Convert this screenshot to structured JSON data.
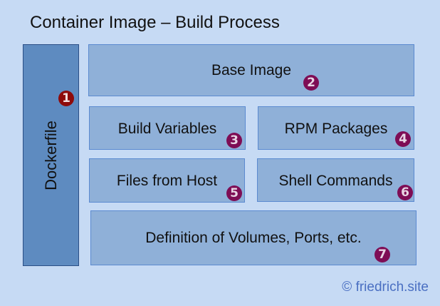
{
  "title": "Container Image – Build Process",
  "dockerfile": {
    "label": "Dockerfile",
    "badge": "1"
  },
  "blocks": [
    {
      "label": "Base Image",
      "badge": "2"
    },
    {
      "label": "Build Variables",
      "badge": "3"
    },
    {
      "label": "RPM Packages",
      "badge": "4"
    },
    {
      "label": "Files from Host",
      "badge": "5"
    },
    {
      "label": "Shell Commands",
      "badge": "6"
    },
    {
      "label": "Definition of Volumes, Ports, etc.",
      "badge": "7"
    }
  ],
  "copyright": "© friedrich.site",
  "colors": {
    "background": "#c6daf4",
    "block": "#8fb0d8",
    "dockerfile": "#5e8bc0",
    "badge_red": "#8e0a0a",
    "badge_purple": "#7e0d55"
  }
}
